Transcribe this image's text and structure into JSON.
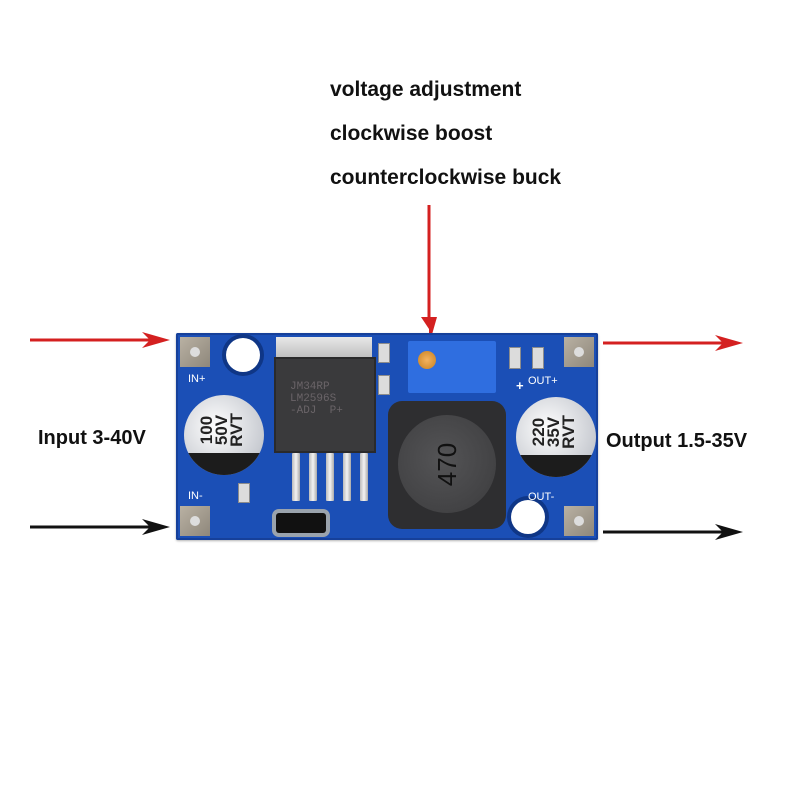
{
  "annotation": {
    "lines": [
      "voltage adjustment",
      "clockwise  boost",
      "counterclockwise buck"
    ]
  },
  "input_label": "Input 3-40V",
  "output_label": "Output 1.5-35V",
  "board": {
    "silkscreen": {
      "in_plus": "IN+",
      "in_minus": "IN-",
      "out_plus": "OUT+",
      "out_minus": "OUT-",
      "plus_mark": "+"
    },
    "input_cap": {
      "text": "100\n50V\nRVT"
    },
    "output_cap": {
      "text": "220\n35V\nRVT"
    },
    "regulator_ic": {
      "marking": "JM34RP\nLM2596S\n-ADJ  P+"
    },
    "inductor": {
      "value": "470"
    }
  },
  "colors": {
    "pcb": "#1b4fb6",
    "arrow_positive": "#d42020",
    "arrow_negative": "#111111",
    "text": "#111111"
  }
}
